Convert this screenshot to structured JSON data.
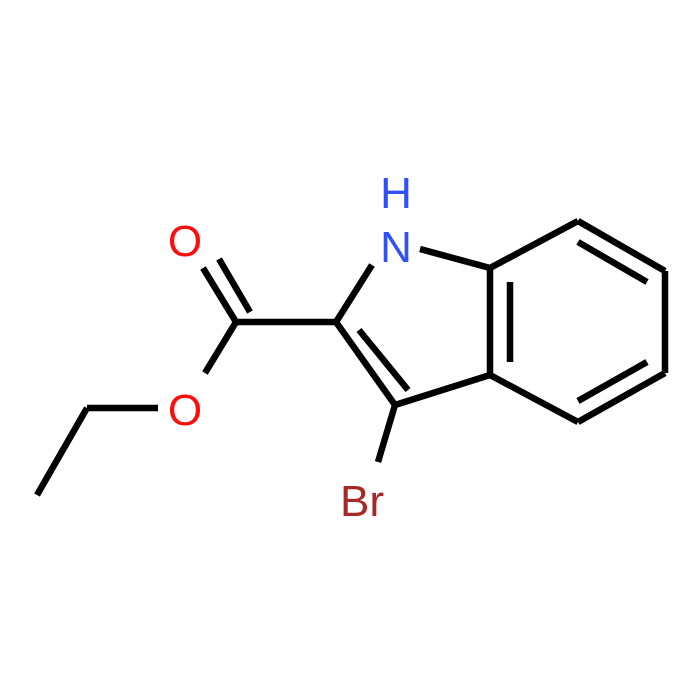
{
  "molecule": {
    "atoms": [
      {
        "id": "h_label",
        "symbol": "H",
        "color": "#3050F8"
      },
      {
        "id": "n_label",
        "symbol": "N",
        "color": "#3050F8"
      },
      {
        "id": "o_carbonyl",
        "symbol": "O",
        "color": "#FF0D0D"
      },
      {
        "id": "o_ester",
        "symbol": "O",
        "color": "#FF0D0D"
      },
      {
        "id": "br_label",
        "symbol": "Br",
        "color": "#A62929"
      }
    ],
    "bond_color": "#000000",
    "background": "#FFFFFF"
  }
}
